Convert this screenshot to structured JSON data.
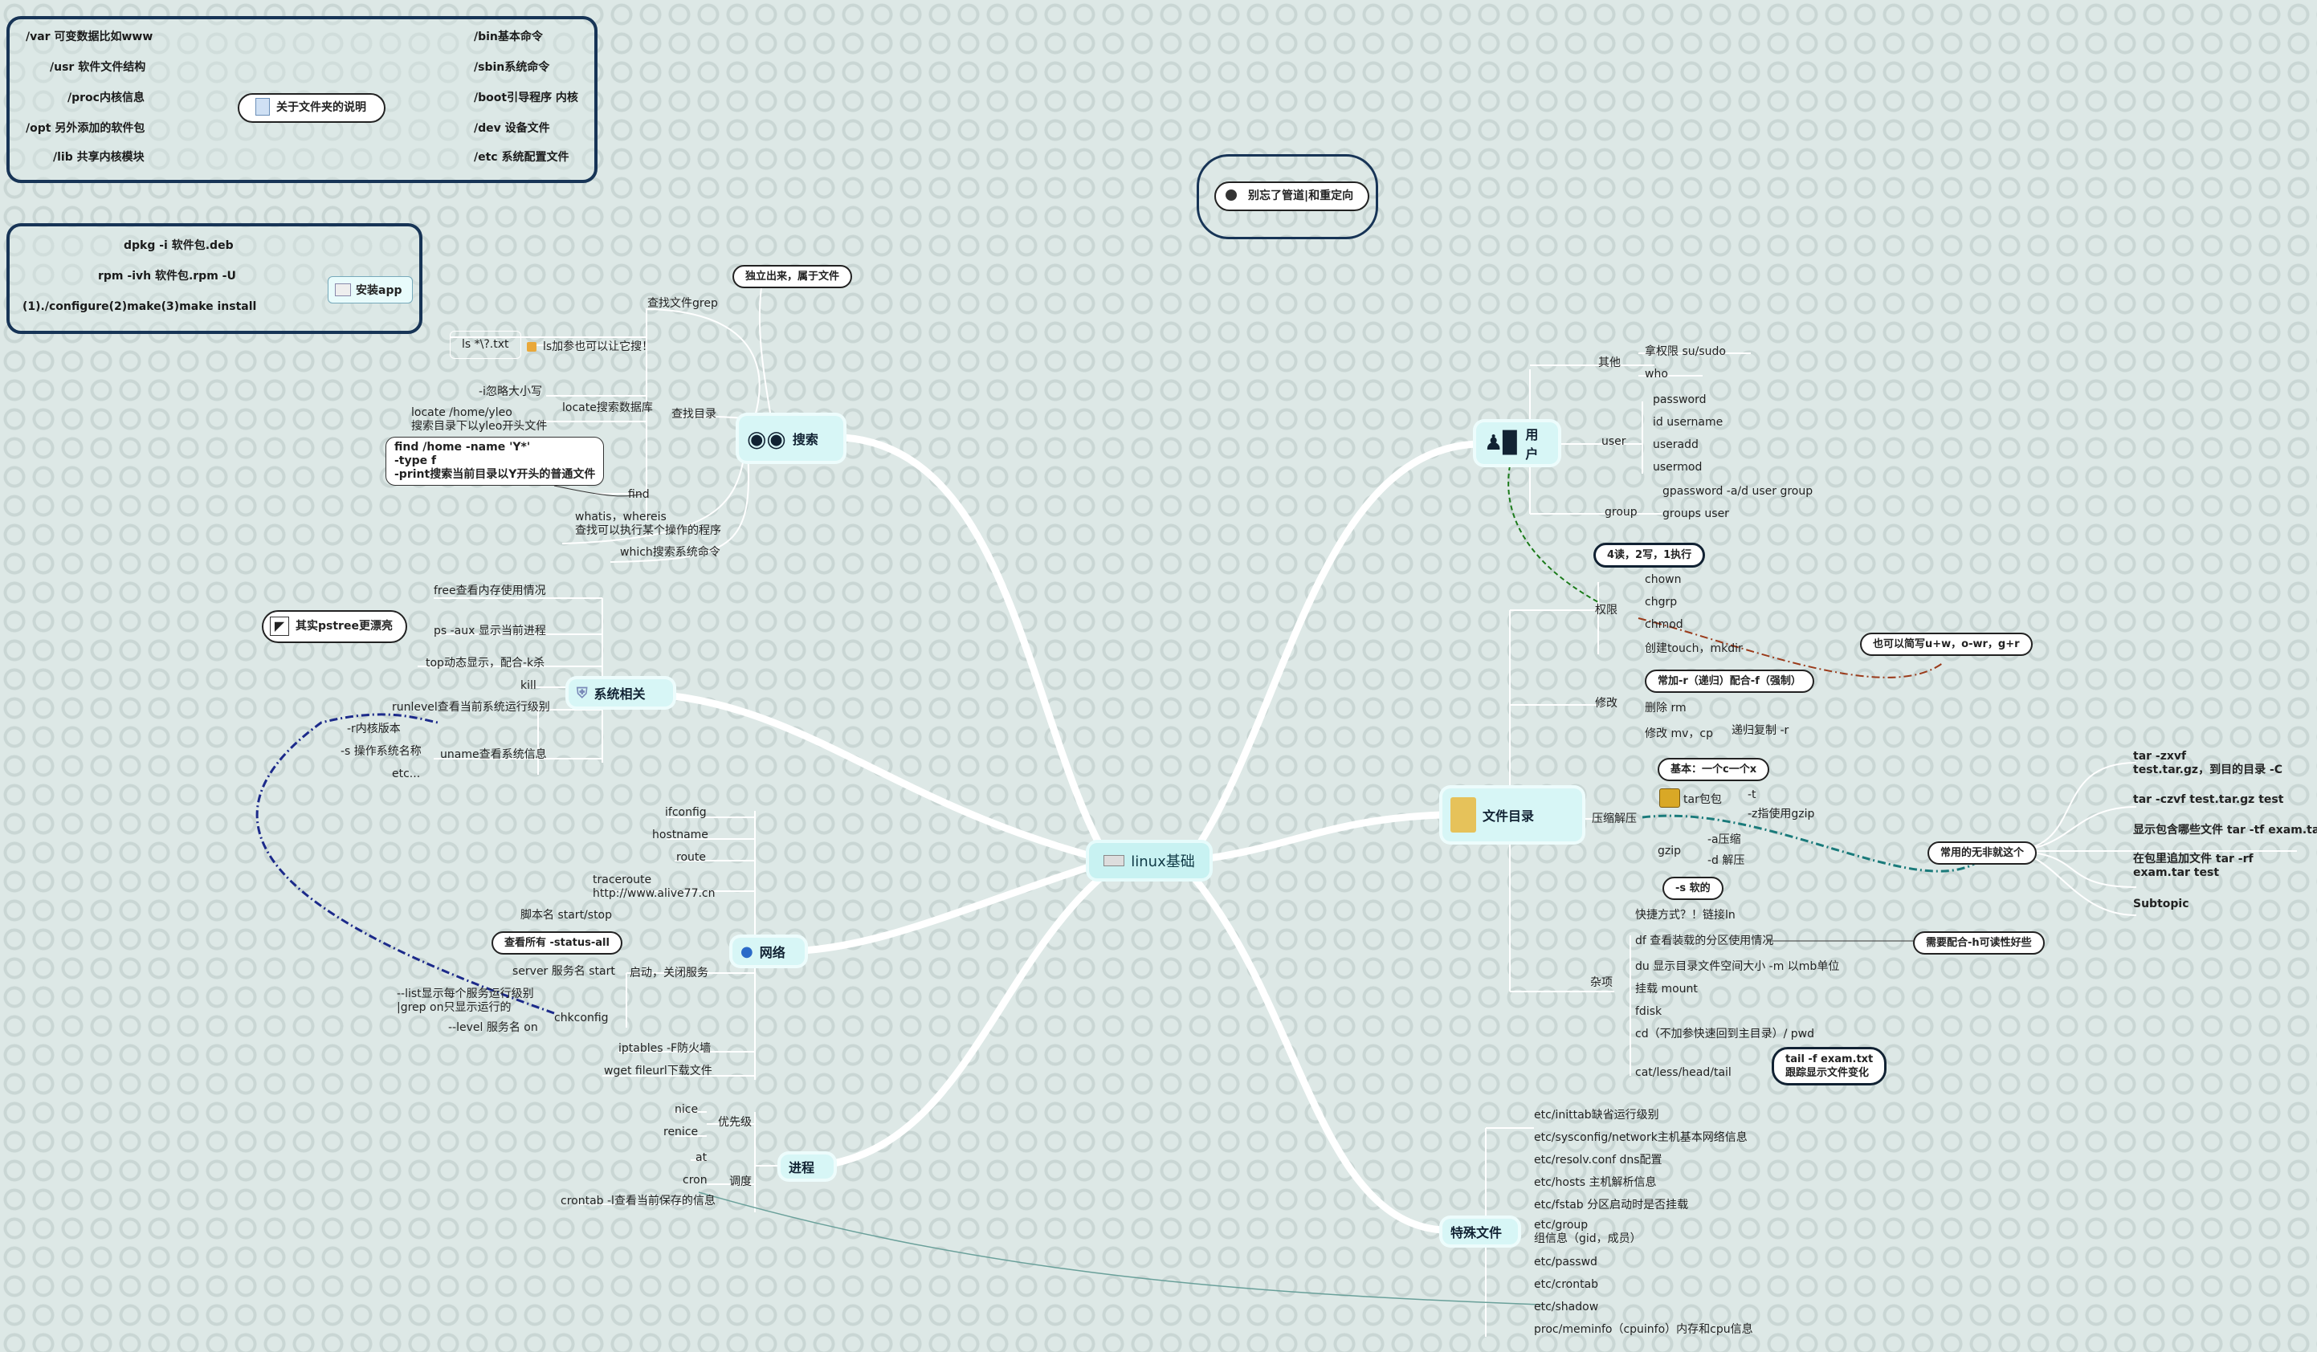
{
  "center": "linux基础",
  "topics": {
    "search": "搜索",
    "system": "系统相关",
    "network": "网络",
    "process": "进程",
    "user": "用户",
    "filedir": "文件目录",
    "special": "特殊文件"
  },
  "folder_panel": {
    "title": "关于文件夹的说明",
    "left": [
      "/var 可变数据比如www",
      "/usr 软件文件结构",
      "/proc内核信息",
      "/opt 另外添加的软件包",
      "/lib 共享内核模块"
    ],
    "right": [
      "/bin基本命令",
      "/sbin系统命令",
      "/boot引导程序 内核",
      "/dev 设备文件",
      "/etc 系统配置文件"
    ]
  },
  "install_panel": {
    "title": "安装app",
    "items": [
      "dpkg -i 软件包.deb",
      "rpm -ivh 软件包.rpm -U",
      "(1)./configure(2)make(3)make install"
    ]
  },
  "pipe_note": "别忘了管道|和重定向",
  "search_branch": {
    "callout": "独立出来，属于文件",
    "grep": "查找文件grep",
    "find_dir": "查找目录",
    "ls_example": "ls *\\?.txt",
    "ls_note": "ls加参也可以让它搜！",
    "ignore_case": "-i忽略大小写",
    "locate_db": "locate搜索数据库",
    "locate_example": "locate /home/yleo\n搜索目录下以yleo开头文件",
    "find_box": "find /home -name 'Y*'\n-type f\n-print搜索当前目录以Y开头的普通文件",
    "find": "find",
    "whatis": "whatis，whereis\n查找可以执行某个操作的程序",
    "which": "which搜索系统命令"
  },
  "system_branch": {
    "free": "free查看内存使用情况",
    "pstree_note": "其实pstree更漂亮",
    "ps": "ps -aux 显示当前进程",
    "top": "top动态显示，配合-k杀",
    "kill": "kill",
    "runlevel": "runlevel查看当前系统运行级别",
    "r_kernel": "-r内核版本",
    "s_os": "-s 操作系统名称",
    "etc": "etc...",
    "uname": "uname查看系统信息"
  },
  "network_branch": {
    "ifconfig": "ifconfig",
    "hostname": "hostname",
    "route": "route",
    "traceroute": "traceroute\nhttp://www.alive77.cn",
    "script_stop": "脚本名 start/stop",
    "status_all": "查看所有 -status-all",
    "server_start": "server 服务名 start",
    "boot_close": "启动，关闭服务",
    "list_note": "--list显示每个服务运行级别\n|grep on只显示运行的",
    "chkconfig": "chkconfig",
    "level": "--level 服务名 on",
    "iptables": "iptables -F防火墙",
    "wget": "wget fileurl下载文件"
  },
  "process_branch": {
    "nice": "nice",
    "renice": "renice",
    "priority": "优先级",
    "at": "at",
    "cron": "cron",
    "schedule": "调度",
    "crontab": "crontab -l查看当前保存的信息"
  },
  "user_branch": {
    "other": "其他",
    "su": "拿权限 su/sudo",
    "who": "who",
    "user": "user",
    "password": "password",
    "id": "id username",
    "useradd": "useradd",
    "usermod": "usermod",
    "group": "group",
    "gpassword": "gpassword -a/d user group",
    "groups": "groups user"
  },
  "file_branch": {
    "perm_callout": "4读，2写，1执行",
    "perm": "权限",
    "chown": "chown",
    "chgrp": "chgrp",
    "chmod": "chmod",
    "ugo_note": "也可以简写u+w，o-wr，g+r",
    "touch": "创建touch，mkdir",
    "modify": "修改",
    "rf_note": "常加-r（递归）配合-f（强制）",
    "rm": "删除 rm",
    "mv": "修改 mv，cp",
    "cp_r": "递归复制 -r",
    "compress": "压缩解压",
    "tar_note": "基本：一个c一个x",
    "tar": "tar包包",
    "t": "-t",
    "z": "-z指使用gzip",
    "gzip": "gzip",
    "a": "-a压缩",
    "d": "-d 解压",
    "common_note": "常用的无非就这个",
    "tar_list": [
      "tar -zxvf\ntest.tar.gz，到目的目录 -C",
      "tar -czvf test.tar.gz test",
      "显示包含哪些文件 tar -tf exam.tar",
      "在包里追加文件 tar -rf\nexam.tar test",
      "Subtopic"
    ],
    "soft_note": "-s 软的",
    "shortcut": "快捷方式？！链接ln",
    "df": "df 查看装载的分区使用情况",
    "h_note": "需要配合-h可读性好些",
    "misc": "杂项",
    "du": "du 显示目录文件空间大小 -m 以mb单位",
    "mount": "挂载 mount",
    "fdisk": "fdisk",
    "cd": "cd（不加参快速回到主目录）/ pwd",
    "cat": "cat/less/head/tail",
    "tail_note": "tail -f exam.txt\n跟踪显示文件变化"
  },
  "special_files": [
    "etc/inittab缺省运行级别",
    "etc/sysconfig/network主机基本网络信息",
    "etc/resolv.conf dns配置",
    "etc/hosts 主机解析信息",
    "etc/fstab 分区启动时是否挂载",
    "etc/group\n组信息（gid，成员）",
    "etc/passwd",
    "etc/crontab",
    "etc/shadow",
    "proc/meminfo（cpuinfo）内存和cpu信息"
  ],
  "colors": {
    "main_curve": "#ffffff",
    "panel_border": "#173456",
    "green_link": "#1a7a1a",
    "red_link": "#9a3a1a",
    "teal_link": "#1a7a7a",
    "blue_link": "#1c2a8a"
  }
}
